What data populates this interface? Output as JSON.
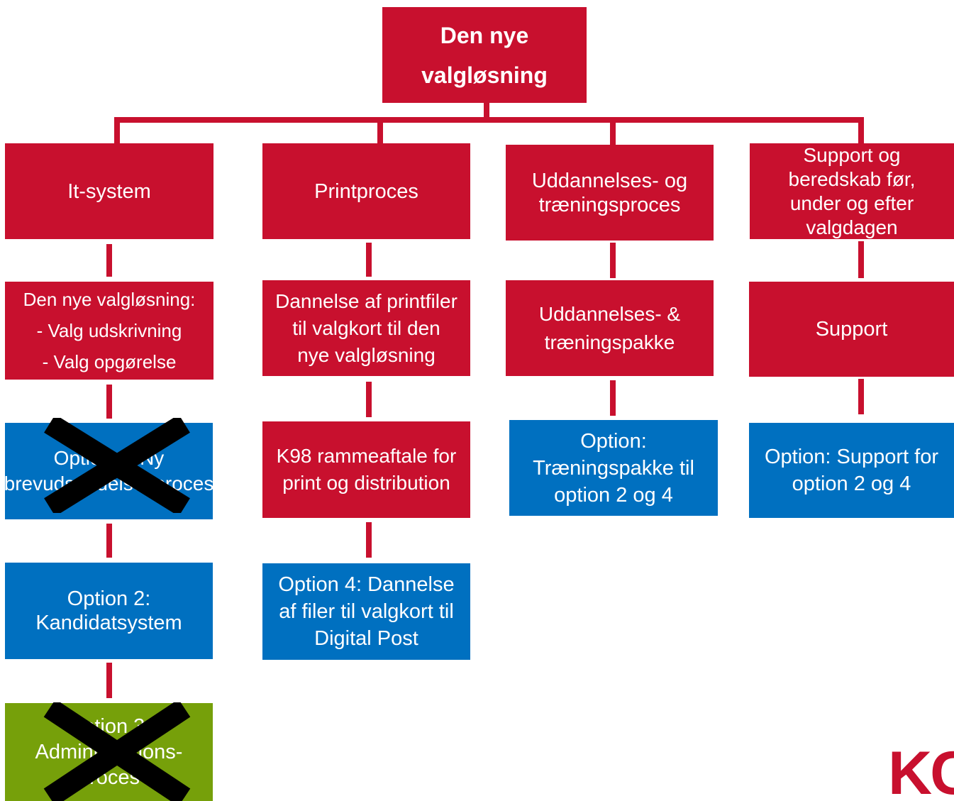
{
  "root": {
    "lines": [
      "Den nye",
      "valgløsning"
    ]
  },
  "branches": [
    {
      "lines": [
        "It-system"
      ]
    },
    {
      "lines": [
        "Printproces"
      ]
    },
    {
      "lines": [
        "Uddannelses- og",
        "træningsproces"
      ]
    },
    {
      "lines": [
        "Support og",
        "beredskab før,",
        "under og efter",
        "valgdagen"
      ]
    }
  ],
  "items": [
    {
      "lines": [
        "Den nye valgløsning:",
        "- Valg udskrivning",
        "- Valg opgørelse"
      ],
      "color": "red"
    },
    {
      "lines": [
        "Option 1: Ny",
        "brevudsendelsesproces"
      ],
      "color": "blue",
      "crossed": true
    },
    {
      "lines": [
        "Option 2:",
        "Kandidatsystem"
      ],
      "color": "blue"
    },
    {
      "lines": [
        "Option 3:",
        "Administrations-",
        "proces"
      ],
      "color": "green",
      "crossed": true
    },
    {
      "lines": [
        "Dannelse af printfiler",
        "til valgkort til den",
        "nye valgløsning"
      ],
      "color": "red"
    },
    {
      "lines": [
        "K98 rammeaftale for",
        "print og distribution"
      ],
      "color": "red"
    },
    {
      "lines": [
        "Option 4: Dannelse",
        "af filer til valgkort til",
        "Digital Post"
      ],
      "color": "blue"
    },
    {
      "lines": [
        "Uddannelses- &",
        "træningspakke"
      ],
      "color": "red"
    },
    {
      "lines": [
        "Option:",
        "Træningspakke til",
        "option 2 og 4"
      ],
      "color": "blue"
    },
    {
      "lines": [
        "Support"
      ],
      "color": "red"
    },
    {
      "lines": [
        "Option: Support for",
        "option 2 og 4"
      ],
      "color": "blue"
    }
  ],
  "logo": {
    "text": "KC"
  },
  "colors": {
    "red": "#c8102e",
    "blue": "#0070c0",
    "green": "#76a00a",
    "cross": "#000000"
  }
}
